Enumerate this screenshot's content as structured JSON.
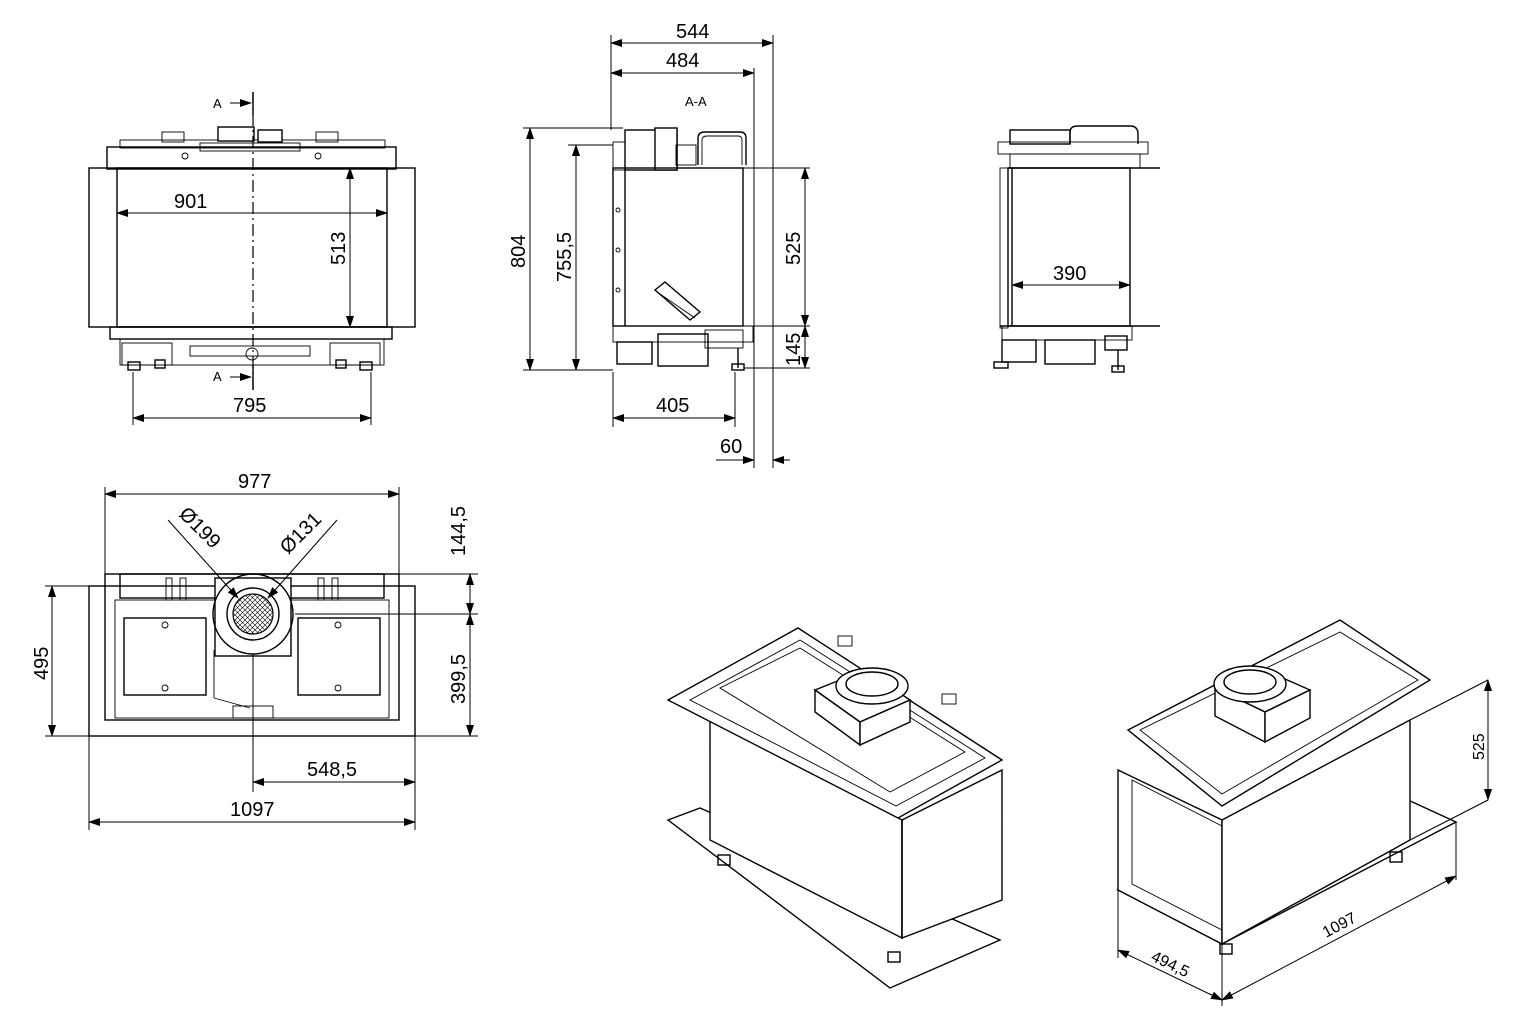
{
  "front_view": {
    "section_mark_top": "A",
    "section_mark_bottom": "A",
    "dim_width_glass": "901",
    "dim_height_glass": "513",
    "dim_feet_span": "795"
  },
  "section_view": {
    "title": "A-A",
    "dim_depth_total": "544",
    "dim_depth_body": "484",
    "dim_total_height": "804",
    "dim_height_to_collar": "755,5",
    "dim_glass_height": "525",
    "dim_base_height": "145",
    "dim_feet_depth": "405",
    "dim_frame_offset": "60"
  },
  "side_view": {
    "dim_inner_width": "390"
  },
  "top_view": {
    "dim_width_top": "977",
    "dim_flue_outer": "Ø199",
    "dim_flue_inner": "Ø131",
    "dim_flue_offset_back": "144,5",
    "dim_flue_offset_front": "399,5",
    "dim_depth": "495",
    "dim_flue_center_from_side": "548,5",
    "dim_total_width": "1097"
  },
  "iso_view": {
    "dim_height": "525",
    "dim_depth": "494,5",
    "dim_width": "1097"
  }
}
